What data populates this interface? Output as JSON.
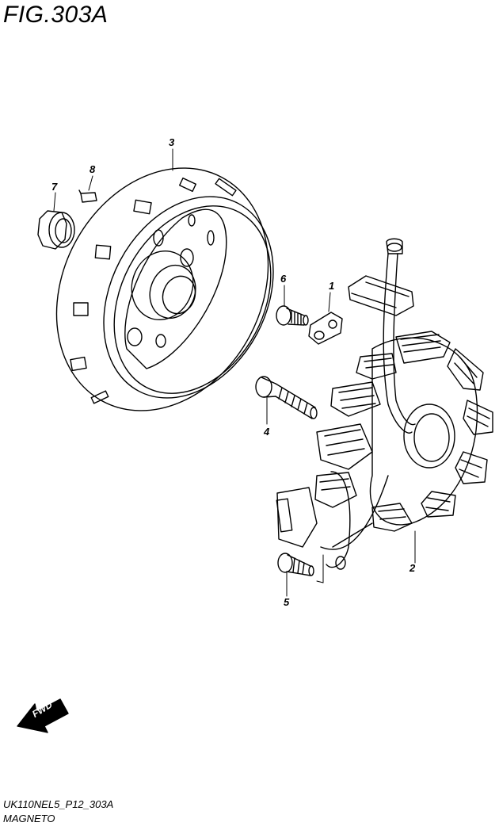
{
  "figure": {
    "title": "FIG.303A"
  },
  "callouts": {
    "p1": "1",
    "p2": "2",
    "p3": "3",
    "p4": "4",
    "p5": "5",
    "p6": "6",
    "p7": "7",
    "p8": "8"
  },
  "fwd": {
    "label": "FWD"
  },
  "footer": {
    "code": "UK110NEL5_P12_303A",
    "name": "MAGNETO"
  }
}
